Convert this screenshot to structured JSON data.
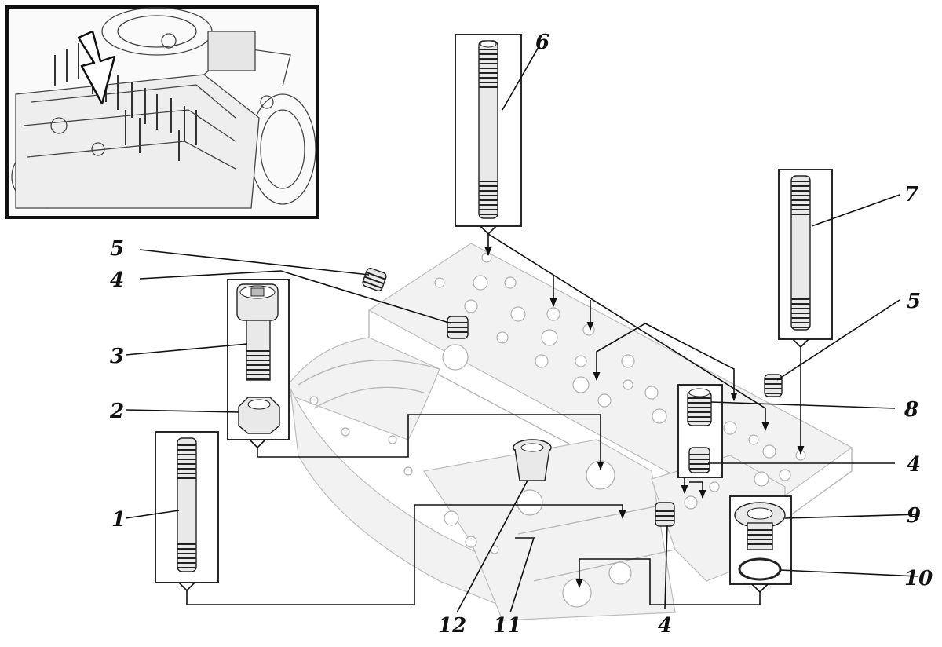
{
  "callouts": [
    {
      "id": "c1",
      "text": "1"
    },
    {
      "id": "c2",
      "text": "2"
    },
    {
      "id": "c3",
      "text": "3"
    },
    {
      "id": "c4a",
      "text": "4"
    },
    {
      "id": "c4b",
      "text": "4"
    },
    {
      "id": "c4c",
      "text": "4"
    },
    {
      "id": "c5a",
      "text": "5"
    },
    {
      "id": "c5b",
      "text": "5"
    },
    {
      "id": "c6",
      "text": "6"
    },
    {
      "id": "c7",
      "text": "7"
    },
    {
      "id": "c8",
      "text": "8"
    },
    {
      "id": "c9",
      "text": "9"
    },
    {
      "id": "c10",
      "text": "10"
    },
    {
      "id": "c11",
      "text": "11"
    },
    {
      "id": "c12",
      "text": "12"
    }
  ],
  "colors": {
    "ink": "#111111",
    "ghost": "#b8b8b8",
    "paper": "#ffffff"
  },
  "icons": {
    "inset_arrow": "location-arrow-icon"
  }
}
